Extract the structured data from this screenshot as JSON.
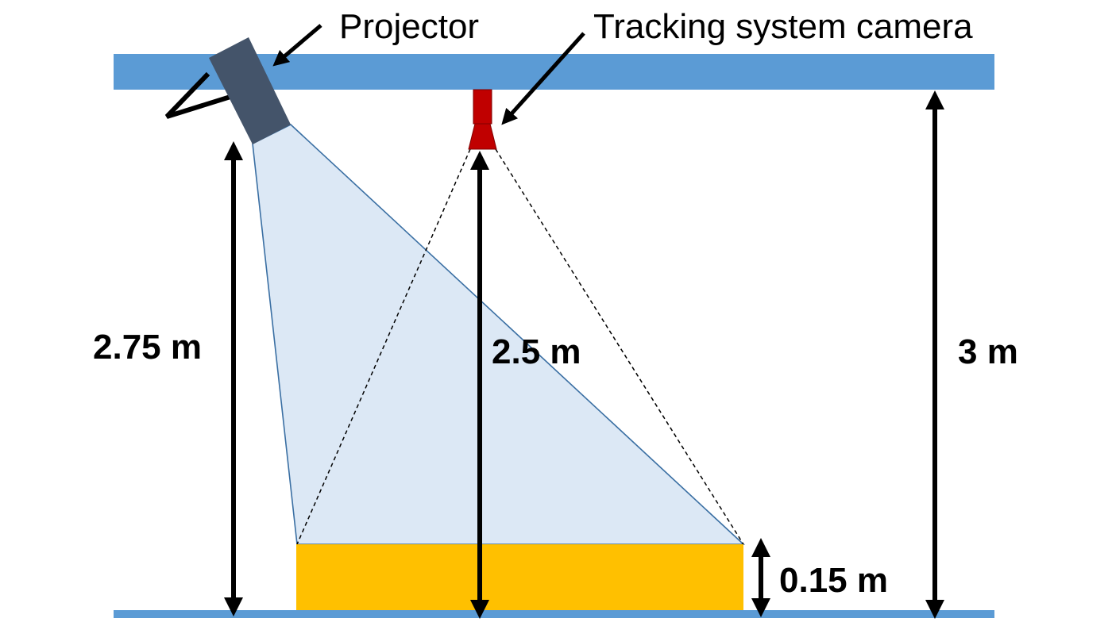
{
  "labels": {
    "projector": "Projector",
    "camera": "Tracking system camera"
  },
  "dimensions": {
    "projector_height": "2.75 m",
    "camera_height": "2.5 m",
    "ceiling_height": "3 m",
    "table_height": "0.15 m"
  },
  "colors": {
    "beam_fill": "#dce8f5",
    "beam_edge": "#3a6fa3",
    "ceiling": "#5b9bd5",
    "floor": "#5b9bd5",
    "projector_body": "#44546a",
    "camera_body": "#c00000",
    "table": "#ffc000",
    "arrow": "#000000"
  }
}
